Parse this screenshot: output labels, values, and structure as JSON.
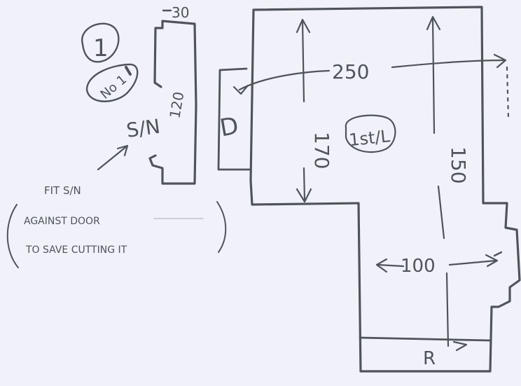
{
  "sketch": {
    "page_number": "1",
    "unit_label": "No 1",
    "top_width": "30",
    "unit_height": "120",
    "unit_code": "S/N",
    "door_label": "D",
    "room_label": "1st/L",
    "dim_width": "250",
    "dim_height_left": "170",
    "dim_height_right": "150",
    "dim_lower_width": "100",
    "bottom_label": "R",
    "note_lines": [
      "FIT S/N",
      "AGAINST DOOR",
      "TO SAVE CUTTING IT"
    ],
    "ink_color": "#4f545a",
    "paper_color": "#f1f2f9"
  }
}
